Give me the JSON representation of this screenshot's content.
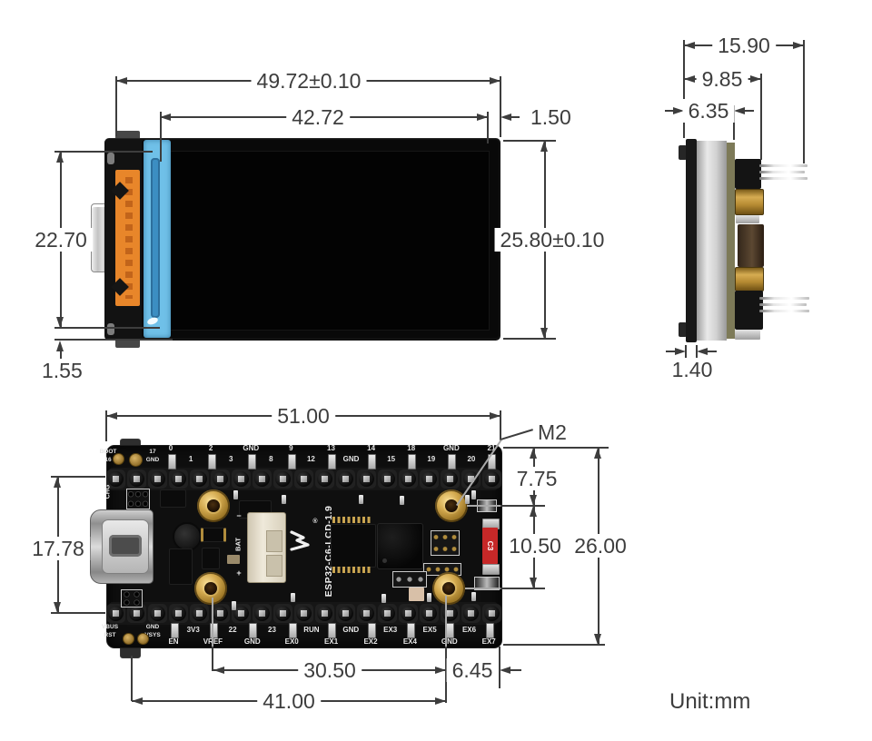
{
  "unit_note": "Unit:mm",
  "front_view": {
    "dims": {
      "outer_width": "49.72±0.10",
      "active_width": "42.72",
      "right_margin": "1.50",
      "outer_height": "25.80±0.10",
      "active_height": "22.70",
      "bottom_margin": "1.55"
    }
  },
  "side_view": {
    "dims": {
      "total_depth": "15.90",
      "body_depth": "9.85",
      "panel_depth": "6.35",
      "glass_thickness": "1.40"
    }
  },
  "pcb_view": {
    "dims": {
      "board_width": "51.00",
      "screw_label": "M2",
      "hole_top_offset": "7.75",
      "hole_pitch": "10.50",
      "board_height": "26.00",
      "header_pitch": "17.78",
      "hole_span": "30.50",
      "hole_right_margin": "6.45",
      "span_width": "41.00"
    },
    "silkscreen": {
      "board_name": "ESP32-C6-LCD-1.9",
      "chg": "CHG",
      "bat": "BAT",
      "bat_plus": "+",
      "bat_minus": "−",
      "c3": "C3",
      "reg_mark": "®"
    },
    "top_header": {
      "corner_labels": [
        [
          "BOOT",
          "16"
        ],
        [
          "17",
          "GND"
        ]
      ],
      "pin_labels": [
        "0",
        "1",
        "2",
        "3",
        "GND",
        "8",
        "9",
        "12",
        "13",
        "GND",
        "14",
        "15",
        "18",
        "19",
        "GND",
        "20",
        "21"
      ]
    },
    "bottom_header": {
      "corner_labels": [
        [
          "VBUS",
          "RST"
        ],
        [
          "GND",
          "VSYS"
        ]
      ],
      "pin_labels": [
        "EN",
        "3V3",
        "VREF",
        "22",
        "GND",
        "23",
        "EX0",
        "RUN",
        "EX1",
        "GND",
        "EX2",
        "EX3",
        "EX4",
        "EX5",
        "GND",
        "EX6",
        "EX7"
      ]
    }
  }
}
